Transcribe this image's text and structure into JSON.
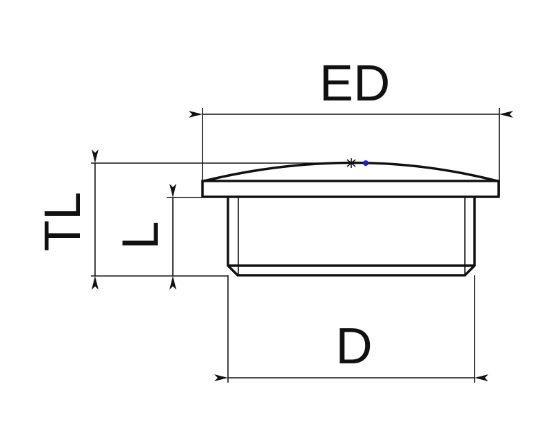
{
  "labels": {
    "ed": "ED",
    "tl": "TL",
    "l": "L",
    "d": "D"
  },
  "colors": {
    "line": "#111111",
    "marker": "#1a1adc"
  }
}
